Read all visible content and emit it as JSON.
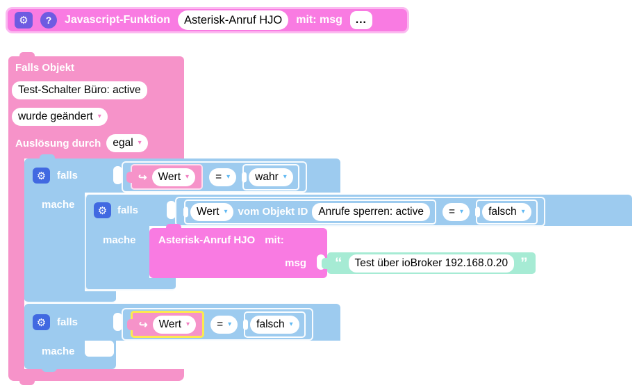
{
  "function_block": {
    "label": "Javascript-Funktion",
    "name": "Asterisk-Anruf HJO",
    "with_label": "mit: msg",
    "mutator": "..."
  },
  "trigger": {
    "title": "Falls Objekt",
    "object": "Test-Schalter Büro: active",
    "change": "wurde geändert",
    "trigger_by": "Auslösung durch",
    "trigger_value": "egal"
  },
  "labels": {
    "falls": "falls",
    "mache": "mache"
  },
  "if1": {
    "wert": "Wert",
    "op": "=",
    "value": "wahr"
  },
  "if2": {
    "wert": "Wert",
    "vom_objekt": "vom Objekt ID",
    "object": "Anrufe sperren: active",
    "op": "=",
    "value": "falsch"
  },
  "call": {
    "name": "Asterisk-Anruf HJO",
    "mit": "mit:",
    "arg": "msg",
    "text": "Test über ioBroker 192.168.0.20"
  },
  "if3": {
    "wert": "Wert",
    "op": "=",
    "value": "falsch"
  },
  "icons": {
    "gear": "⚙",
    "help": "?",
    "hook_arrow": "↪",
    "dropdown_arrow": "▾",
    "open_quote": "“",
    "close_quote": "”"
  },
  "colors": {
    "magenta": "#f97be2",
    "pink": "#f693c9",
    "blue": "#9dcbef",
    "teal": "#a6ebd4",
    "gear_blue": "#4169e1",
    "gear_purple": "#6e5be1",
    "selection_yellow": "#fce94f"
  }
}
